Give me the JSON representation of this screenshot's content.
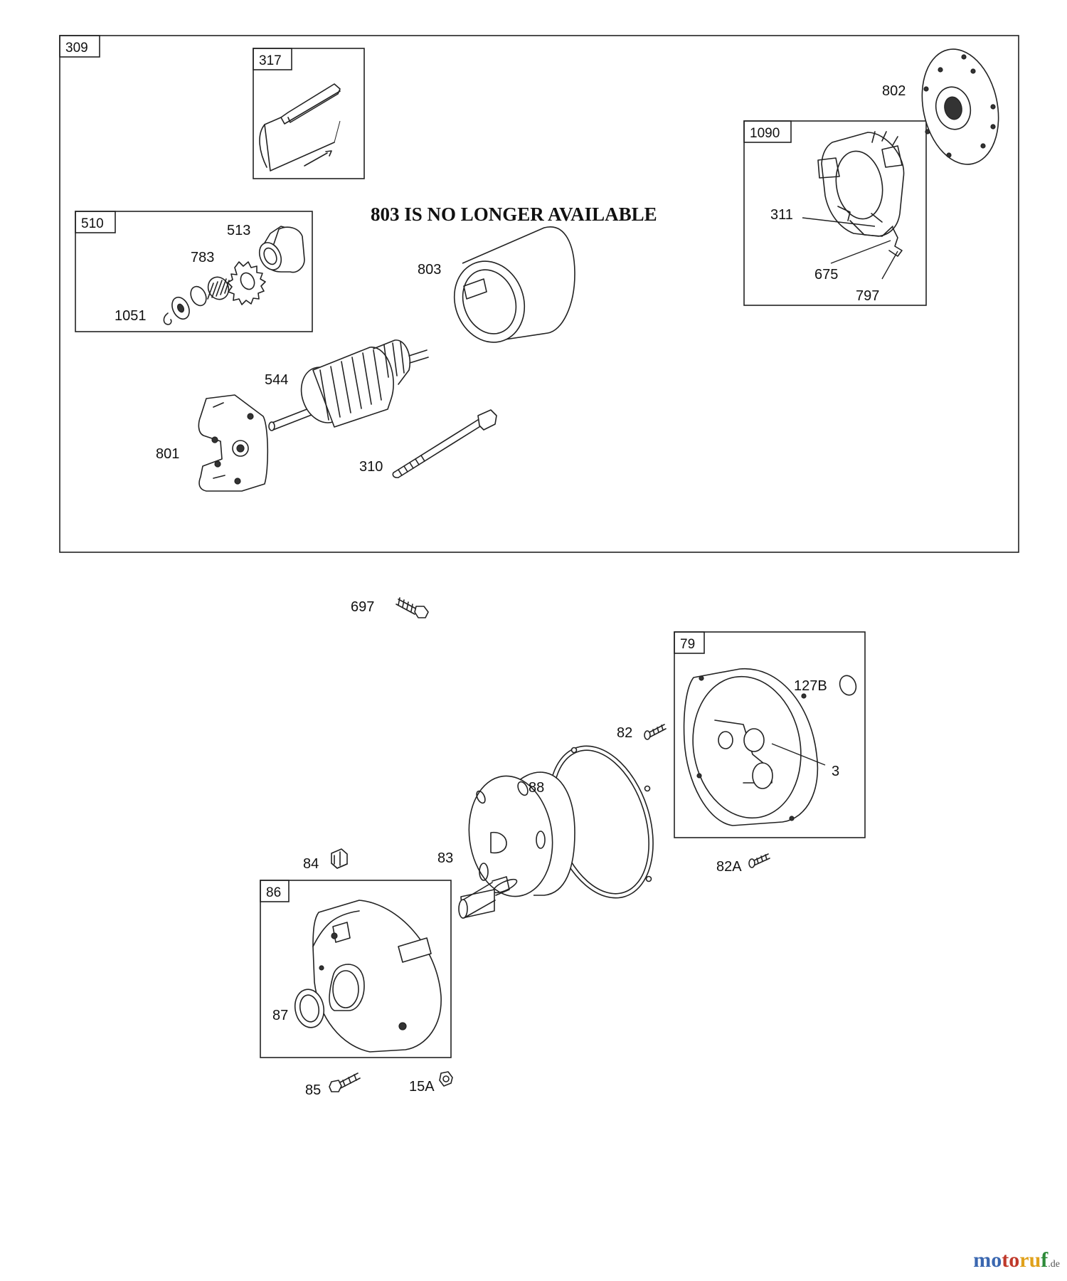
{
  "notice": "803 IS NO LONGER AVAILABLE",
  "boxes": {
    "b309": "309",
    "b317": "317",
    "b510": "510",
    "b1090": "1090",
    "b79": "79",
    "b86": "86"
  },
  "labels": {
    "l802": "802",
    "l311": "311",
    "l675": "675",
    "l797": "797",
    "l513": "513",
    "l783": "783",
    "l1051": "1051",
    "l803": "803",
    "l544": "544",
    "l801": "801",
    "l310": "310",
    "l697": "697",
    "l127B": "127B",
    "l3": "3",
    "l82": "82",
    "l88": "88",
    "l83": "83",
    "l84": "84",
    "l82A": "82A",
    "l87": "87",
    "l85": "85",
    "l15A": "15A"
  },
  "watermark": {
    "m": "mo",
    "t": "to",
    "r": "ru",
    "f": "f",
    "tld": ".de"
  }
}
